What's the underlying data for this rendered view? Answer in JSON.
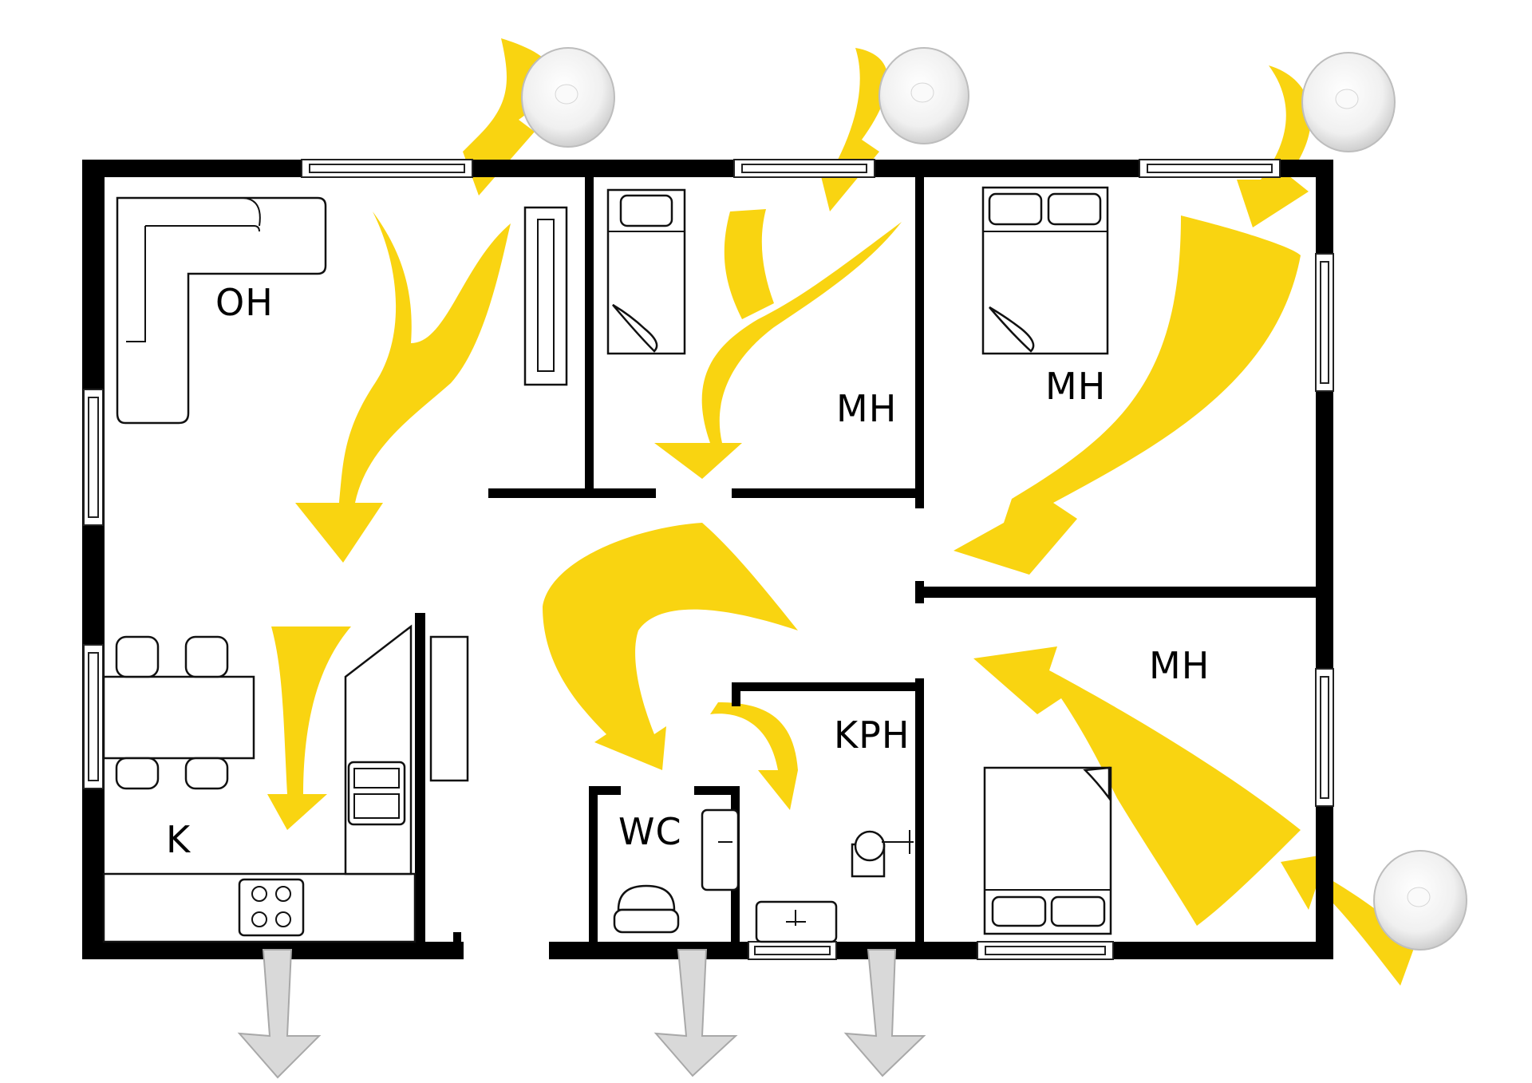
{
  "rooms": {
    "oh": "OH",
    "mh_top_middle": "MH",
    "mh_top_right": "MH",
    "mh_bottom_right": "MH",
    "k": "K",
    "kph": "KPH",
    "wc": "WC"
  },
  "colors": {
    "supply_air": "#f9d411",
    "exhaust_air": "#d9d9d9",
    "walls": "#000000",
    "vent": "#f2f2f2"
  },
  "icons": {
    "supply_vent": "round-wall-vent-icon",
    "supply_arrow": "yellow-airflow-arrow-icon",
    "exhaust_arrow": "grey-exhaust-arrow-icon"
  }
}
